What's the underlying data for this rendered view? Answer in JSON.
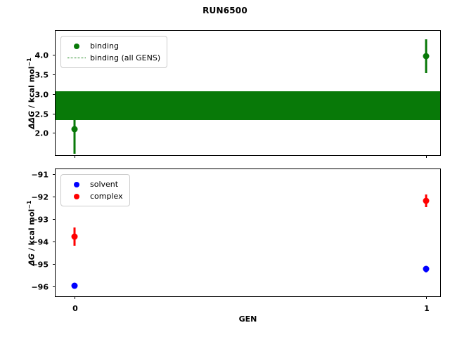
{
  "chart_data": {
    "type": "scatter",
    "title": "RUN6500",
    "xlabel": "GEN",
    "x": [
      0,
      1
    ],
    "xticklabels": [
      "0",
      "1"
    ],
    "xlim": [
      -0.08,
      1.08
    ],
    "grid": false,
    "panels": [
      {
        "name": "binding",
        "ylabel_main": "ΔΔG",
        "ylabel_unit": " / kcal mol",
        "ylabel_sup": "−1",
        "yticklabels": [
          "2.0",
          "2.5",
          "3.0",
          "3.5",
          "4.0"
        ],
        "yticks": [
          2.0,
          2.5,
          3.0,
          3.5,
          4.0
        ],
        "ylim": [
          1.62,
          4.33
        ],
        "legend_position": "upper left",
        "series": [
          {
            "name": "binding",
            "type": "errorbar",
            "color": "#087908",
            "marker": "o",
            "x": [
              0,
              1
            ],
            "values": [
              2.18,
              3.87
            ],
            "yerr_lower": [
              0.55,
              0.42
            ],
            "yerr_upper": [
              0.72,
              0.43
            ]
          },
          {
            "name": "binding (all GENS)",
            "type": "band",
            "color": "#087908",
            "linestyle": "dotted",
            "y_upper": 3.07,
            "y_lower": 2.34
          }
        ]
      },
      {
        "name": "components",
        "ylabel_main": "ΔG",
        "ylabel_unit": " / kcal mol",
        "ylabel_sup": "−1",
        "yticklabels": [
          "−96",
          "−95",
          "−94",
          "−93",
          "−92",
          "−91"
        ],
        "yticks": [
          -96,
          -95,
          -94,
          -93,
          -92,
          -91
        ],
        "ylim": [
          -96.42,
          -90.78
        ],
        "legend_position": "upper left",
        "series": [
          {
            "name": "solvent",
            "type": "errorbar",
            "color": "#0000ff",
            "marker": "o",
            "x": [
              0,
              1
            ],
            "values": [
              -95.97,
              -95.24
            ],
            "yerr_lower": [
              0.07,
              0.1
            ],
            "yerr_upper": [
              0.07,
              0.1
            ]
          },
          {
            "name": "complex",
            "type": "errorbar",
            "color": "#ff0000",
            "marker": "o",
            "x": [
              0,
              1
            ],
            "values": [
              -93.77,
              -92.19
            ],
            "yerr_lower": [
              0.4,
              0.28
            ],
            "yerr_upper": [
              0.4,
              0.28
            ]
          }
        ]
      }
    ],
    "legends": {
      "top": [
        {
          "label": "binding",
          "key": "dot",
          "color": "#087908"
        },
        {
          "label": "binding (all GENS)",
          "key": "dotted-line",
          "color": "#087908"
        }
      ],
      "bottom": [
        {
          "label": "solvent",
          "key": "dot",
          "color": "#0000ff"
        },
        {
          "label": "complex",
          "key": "dot",
          "color": "#ff0000"
        }
      ]
    }
  }
}
